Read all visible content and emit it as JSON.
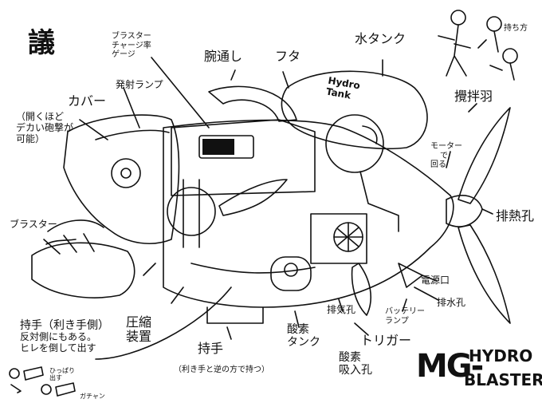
{
  "title_glyph": "議",
  "labels": {
    "blaster_charge_gauge": [
      "ブラスター",
      "チャージ率",
      "ゲージ"
    ],
    "arm_through": "腕通し",
    "lid": "フタ",
    "water_tank": "水タンク",
    "how_to_hold": "持ち方",
    "cover": "カバー",
    "cover_note": [
      "（開くほど",
      "デカい砲撃が",
      "可能）"
    ],
    "launch_lamp": "発射ランプ",
    "stir_blade": "攪拌羽",
    "motor_note": [
      "モーター",
      "で",
      "回る"
    ],
    "heat_exhaust": "排熱孔",
    "blaster": "ブラスター",
    "oxygen_tank_name": [
      "Hydro",
      "Tank"
    ],
    "power_port": "電源口",
    "drain_hole": "排水孔",
    "battery_lamp": [
      "バッテリー",
      "ランプ"
    ],
    "exhaust_hole": "排気孔",
    "trigger": "トリガー",
    "grip_dominant": [
      "持手（利き手側）",
      "反対側にもある。",
      "ヒレを倒して出す"
    ],
    "compressor": [
      "圧縮",
      "装置"
    ],
    "grip": "持手",
    "grip_note": "（利き手と逆の方で持つ）",
    "oxygen_tank": [
      "酸素",
      "タンク"
    ],
    "oxygen_intake": [
      "酸素",
      "吸入孔"
    ],
    "pull_out": [
      "ひっぱり",
      "出す"
    ],
    "click_sound": "ガチャン"
  },
  "logo": {
    "mg": "MG-",
    "hydro": "HYDRO",
    "blaster": "BLASTER"
  },
  "colors": {
    "ink": "#111111",
    "paper": "#ffffff"
  }
}
